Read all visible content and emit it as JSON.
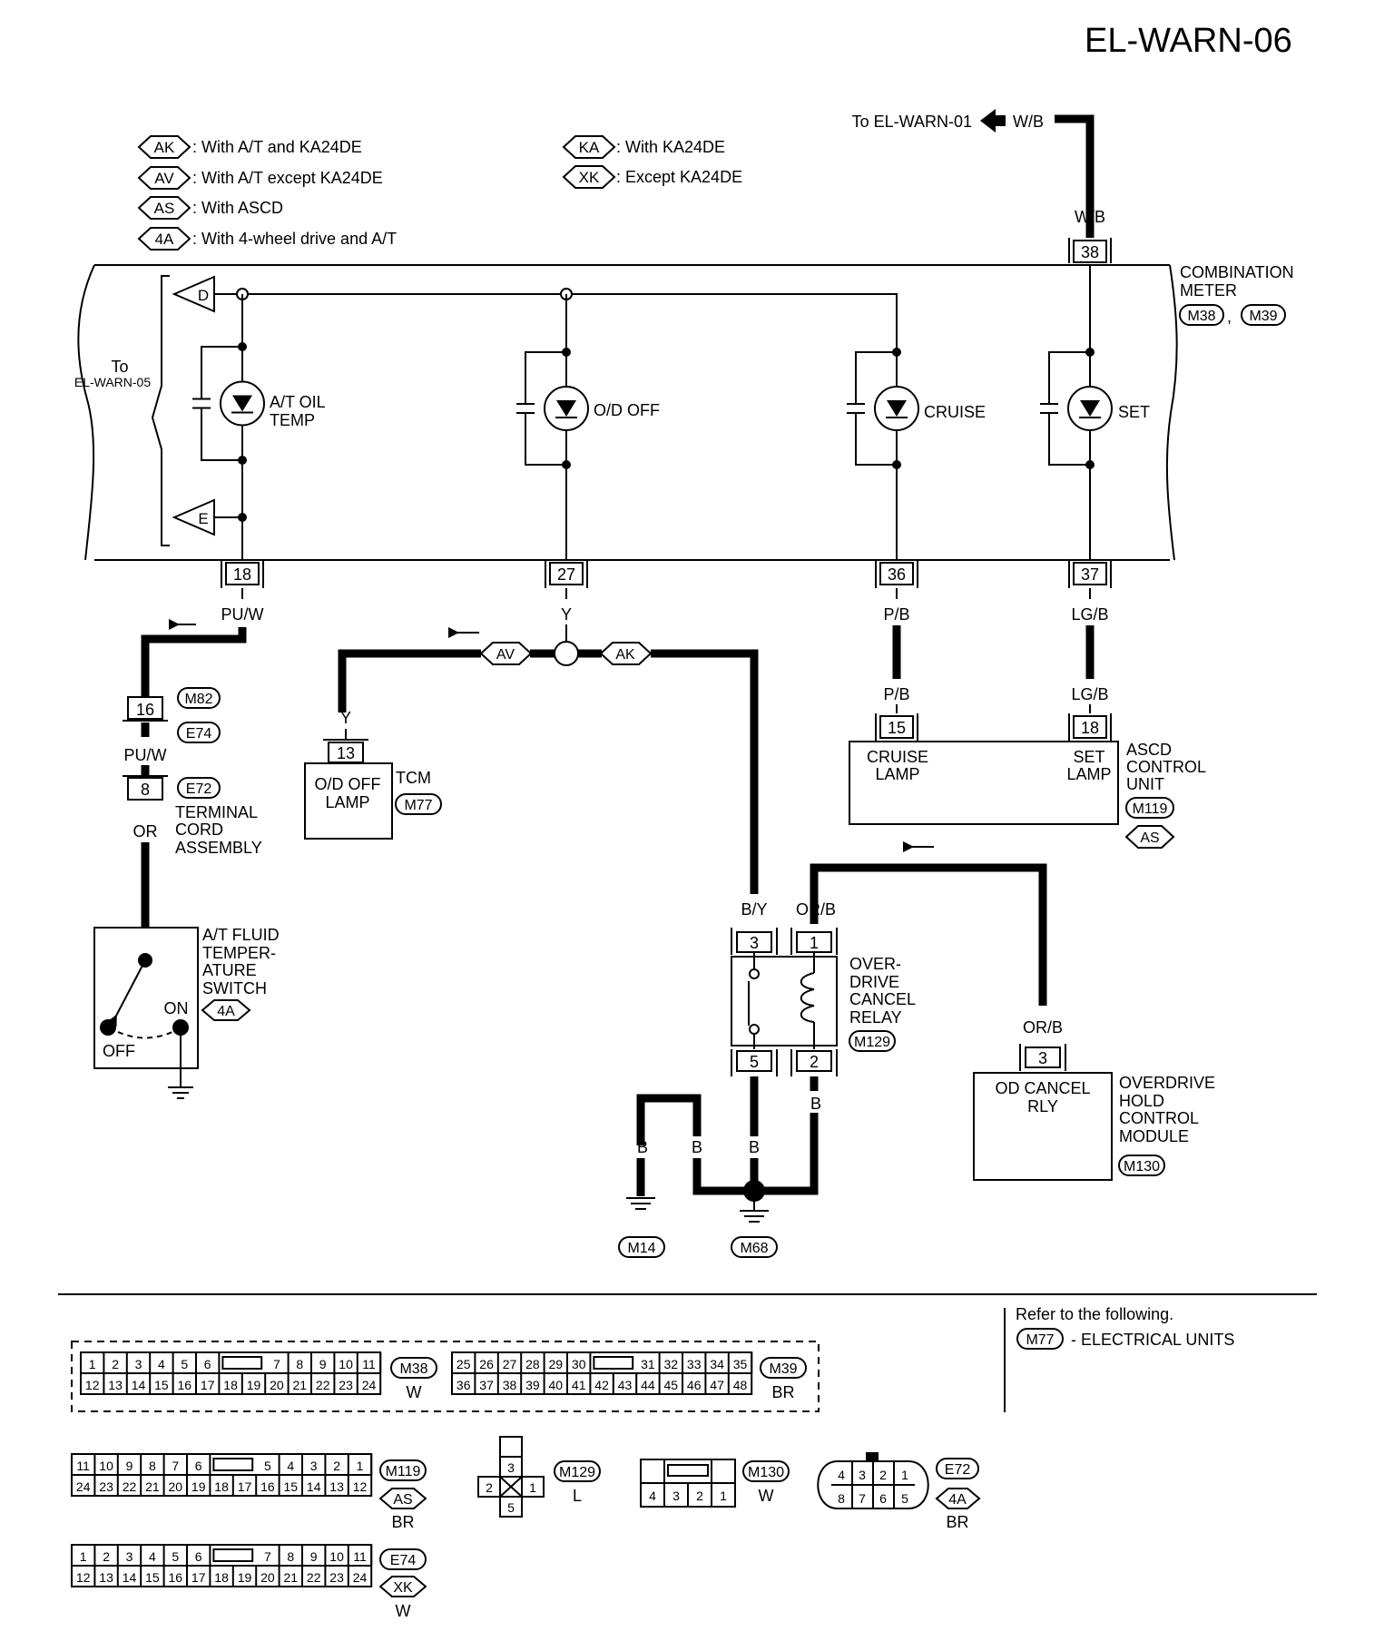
{
  "page": {
    "title": "EL-WARN-06"
  },
  "legend": {
    "left": [
      {
        "code": "AK",
        "text": ": With A/T and KA24DE"
      },
      {
        "code": "AV",
        "text": ": With A/T except KA24DE"
      },
      {
        "code": "AS",
        "text": ": With ASCD"
      },
      {
        "code": "4A",
        "text": ": With 4-wheel drive and A/T"
      }
    ],
    "right": [
      {
        "code": "KA",
        "text": ": With KA24DE"
      },
      {
        "code": "XK",
        "text": ": Except KA24DE"
      }
    ]
  },
  "top_feed": {
    "to_text": "To EL-WARN-01",
    "wire": "W/B",
    "wire2": "W/B",
    "terminal": "38"
  },
  "combination_meter": {
    "label1": "COMBINATION",
    "label2": "METER",
    "conn1": "M38",
    "conn2": "M39",
    "sep": ","
  },
  "to_warn05": {
    "line1": "To",
    "line2": "EL-WARN-05",
    "tag_d": "D",
    "tag_e": "E"
  },
  "lamps": {
    "at_oil": {
      "line1": "A/T OIL",
      "line2": "TEMP"
    },
    "od_off": {
      "label": "O/D OFF"
    },
    "cruise": {
      "label": "CRUISE"
    },
    "set": {
      "label": "SET"
    }
  },
  "terminals": {
    "t18": "18",
    "t27": "27",
    "t36": "36",
    "t37": "37"
  },
  "wires": {
    "puw_top": "PU/W",
    "y_top": "Y",
    "pb_top": "P/B",
    "lgb_top": "LG/B",
    "pb_bottom": "P/B",
    "lgb_bottom": "LG/B",
    "puw_mid": "PU/W",
    "or_low": "OR",
    "y_tcm": "Y",
    "by": "B/Y",
    "orb_relay": "OR/B",
    "orb_module": "OR/B",
    "b_relay": "B",
    "b1": "B",
    "b2": "B",
    "b3": "B"
  },
  "option_tags": {
    "av": "AV",
    "ak": "AK"
  },
  "connectors_mid": {
    "t16": "16",
    "m82": "M82",
    "e74": "E74",
    "t8": "8",
    "e72": "E72",
    "terminal_cord1": "TERMINAL",
    "terminal_cord2": "CORD",
    "terminal_cord3": "ASSEMBLY"
  },
  "tcm": {
    "terminal": "13",
    "line1": "O/D OFF",
    "line2": "LAMP",
    "name": "TCM",
    "conn": "M77"
  },
  "ascd": {
    "t15": "15",
    "t18": "18",
    "cruise1": "CRUISE",
    "cruise2": "LAMP",
    "set1": "SET",
    "set2": "LAMP",
    "name1": "ASCD",
    "name2": "CONTROL",
    "name3": "UNIT",
    "conn": "M119",
    "tag": "AS"
  },
  "fluid_switch": {
    "line1": "A/T FLUID",
    "line2": "TEMPER-",
    "line3": "ATURE",
    "line4": "SWITCH",
    "tag": "4A",
    "on": "ON",
    "off": "OFF"
  },
  "relay": {
    "t3": "3",
    "t1": "1",
    "t5": "5",
    "t2": "2",
    "line1": "OVER-",
    "line2": "DRIVE",
    "line3": "CANCEL",
    "line4": "RELAY",
    "conn": "M129"
  },
  "od_module": {
    "terminal": "3",
    "box1": "OD CANCEL",
    "box2": "RLY",
    "line1": "OVERDRIVE",
    "line2": "HOLD",
    "line3": "CONTROL",
    "line4": "MODULE",
    "conn": "M130"
  },
  "grounds": {
    "m14": "M14",
    "m68": "M68"
  },
  "refer": {
    "text": "Refer to the following.",
    "conn": "M77",
    "suffix": "- ELECTRICAL UNITS"
  },
  "connector_views": {
    "m38": {
      "top": [
        "1",
        "2",
        "3",
        "4",
        "5",
        "6",
        "7",
        "8",
        "9",
        "10",
        "11"
      ],
      "bottom": [
        "12",
        "13",
        "14",
        "15",
        "16",
        "17",
        "18",
        "19",
        "20",
        "21",
        "22",
        "23",
        "24"
      ],
      "id": "M38",
      "color": "W"
    },
    "m39": {
      "top": [
        "25",
        "26",
        "27",
        "28",
        "29",
        "30",
        "31",
        "32",
        "33",
        "34",
        "35"
      ],
      "bottom": [
        "36",
        "37",
        "38",
        "39",
        "40",
        "41",
        "42",
        "43",
        "44",
        "45",
        "46",
        "47",
        "48"
      ],
      "id": "M39",
      "color": "BR"
    },
    "m119": {
      "top": [
        "11",
        "10",
        "9",
        "8",
        "7",
        "6",
        "5",
        "4",
        "3",
        "2",
        "1"
      ],
      "bottom": [
        "24",
        "23",
        "22",
        "21",
        "20",
        "19",
        "18",
        "17",
        "16",
        "15",
        "14",
        "13",
        "12"
      ],
      "id": "M119",
      "tag": "AS",
      "color": "BR"
    },
    "m129": {
      "pins": [
        "3",
        "2",
        "1",
        "5"
      ],
      "id": "M129",
      "color": "L"
    },
    "m130": {
      "pins": [
        "4",
        "3",
        "2",
        "1"
      ],
      "id": "M130",
      "color": "W"
    },
    "e72": {
      "top": [
        "4",
        "3",
        "2",
        "1"
      ],
      "bottom": [
        "8",
        "7",
        "6",
        "5"
      ],
      "id": "E72",
      "tag": "4A",
      "color": "BR"
    },
    "e74": {
      "top": [
        "1",
        "2",
        "3",
        "4",
        "5",
        "6",
        "7",
        "8",
        "9",
        "10",
        "11"
      ],
      "bottom": [
        "12",
        "13",
        "14",
        "15",
        "16",
        "17",
        "18",
        "19",
        "20",
        "21",
        "22",
        "23",
        "24"
      ],
      "id": "E74",
      "tag": "XK",
      "color": "W"
    }
  }
}
